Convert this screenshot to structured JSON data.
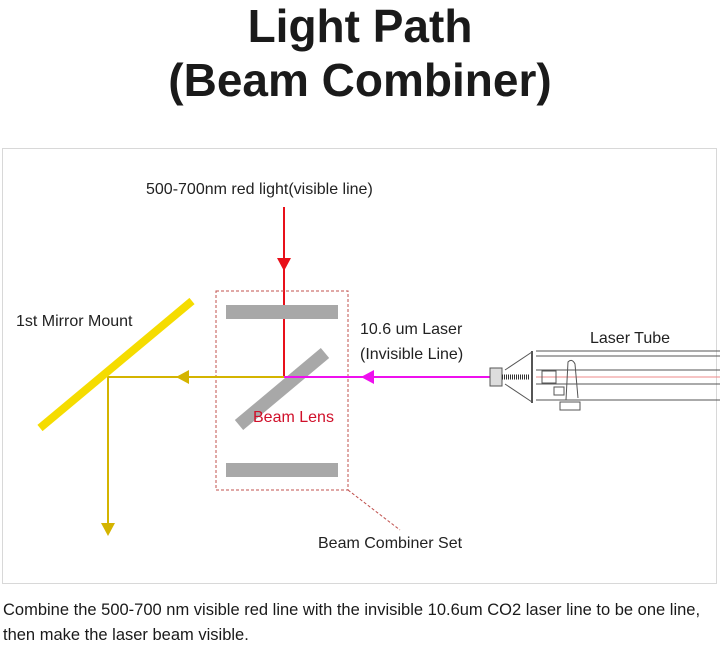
{
  "title_line1": "Light Path",
  "title_line2": "(Beam Combiner)",
  "labels": {
    "red_light": "500-700nm red light(visible line)",
    "mirror": "1st Mirror Mount",
    "laser_line1": "10.6 um Laser",
    "laser_line2": "(Invisible Line)",
    "laser_tube": "Laser Tube",
    "beam_lens": "Beam Lens",
    "combiner_set": "Beam Combiner Set"
  },
  "caption": "Combine the 500-700 nm visible red line with the invisible 10.6um CO2 laser line to be one line, then make the laser beam visible.",
  "colors": {
    "red_beam": "#e8101a",
    "laser_beam": "#ee10ee",
    "combined_beam": "#d4b400",
    "mirror": "#f5dc00",
    "lens": "#a8a8a8",
    "dashed_box": "#c0504d",
    "beam_lens_label": "#d0102a"
  }
}
